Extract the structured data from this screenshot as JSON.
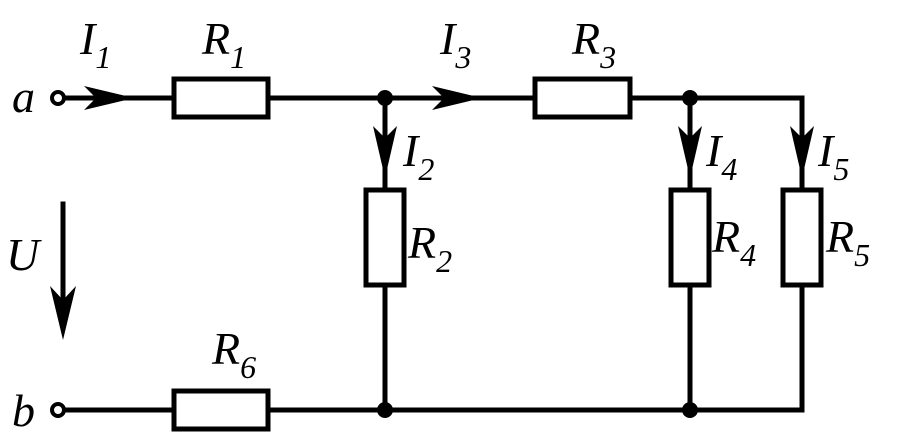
{
  "terminals": {
    "a": "a",
    "b": "b"
  },
  "voltage": {
    "label": "U"
  },
  "resistors": [
    {
      "letter": "R",
      "index": "1"
    },
    {
      "letter": "R",
      "index": "2"
    },
    {
      "letter": "R",
      "index": "3"
    },
    {
      "letter": "R",
      "index": "4"
    },
    {
      "letter": "R",
      "index": "5"
    },
    {
      "letter": "R",
      "index": "6"
    }
  ],
  "currents": [
    {
      "letter": "I",
      "index": "1"
    },
    {
      "letter": "I",
      "index": "2"
    },
    {
      "letter": "I",
      "index": "3"
    },
    {
      "letter": "I",
      "index": "4"
    },
    {
      "letter": "I",
      "index": "5"
    }
  ],
  "colors": {
    "line": "#000000",
    "background": "#ffffff"
  }
}
